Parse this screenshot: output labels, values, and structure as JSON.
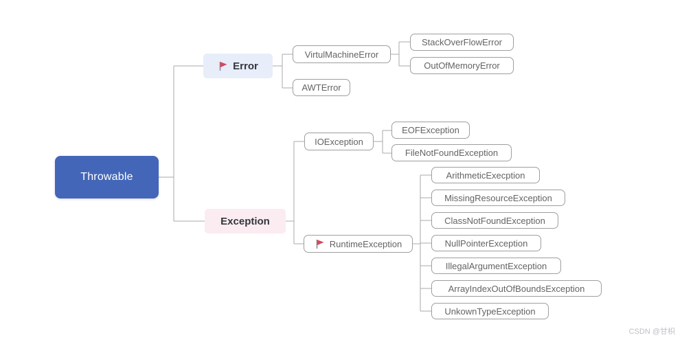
{
  "diagram": {
    "title_hint": "Java Throwable class hierarchy mind map",
    "nodes": {
      "throwable": {
        "label": "Throwable"
      },
      "error": {
        "label": "Error",
        "has_flag": true
      },
      "virtul_machine_error": {
        "label": "VirtulMachineError"
      },
      "stack_overflow_error": {
        "label": "StackOverFlowError"
      },
      "out_of_memory_error": {
        "label": "OutOfMemoryError"
      },
      "awt_error": {
        "label": "AWTError"
      },
      "exception": {
        "label": "Exception"
      },
      "io_exception": {
        "label": "IOException"
      },
      "eof_exception": {
        "label": "EOFException"
      },
      "file_not_found_exception": {
        "label": "FileNotFoundException"
      },
      "runtime_exception": {
        "label": "RuntimeException",
        "has_flag": true
      }
    },
    "runtime_children": [
      {
        "label": "ArithmeticExecption"
      },
      {
        "label": "MissingResourceException"
      },
      {
        "label": "ClassNotFoundException"
      },
      {
        "label": "NullPointerException"
      },
      {
        "label": "IllegalArgumentException"
      },
      {
        "label": "ArrayIndexOutOfBoundsException"
      },
      {
        "label": "UnkownTypeException"
      }
    ],
    "colors": {
      "root_bg": "#4466b8",
      "root_text": "#ffffff",
      "error_bg": "#e8edfa",
      "exception_bg": "#fbecf2",
      "leaf_border": "#9e9e9e",
      "leaf_text": "#636363",
      "connector": "#a8a8a8",
      "flag_red": "#d5485f",
      "flag_pole": "#8a8f98"
    }
  },
  "watermark": {
    "text": "CSDN @甘枳"
  }
}
